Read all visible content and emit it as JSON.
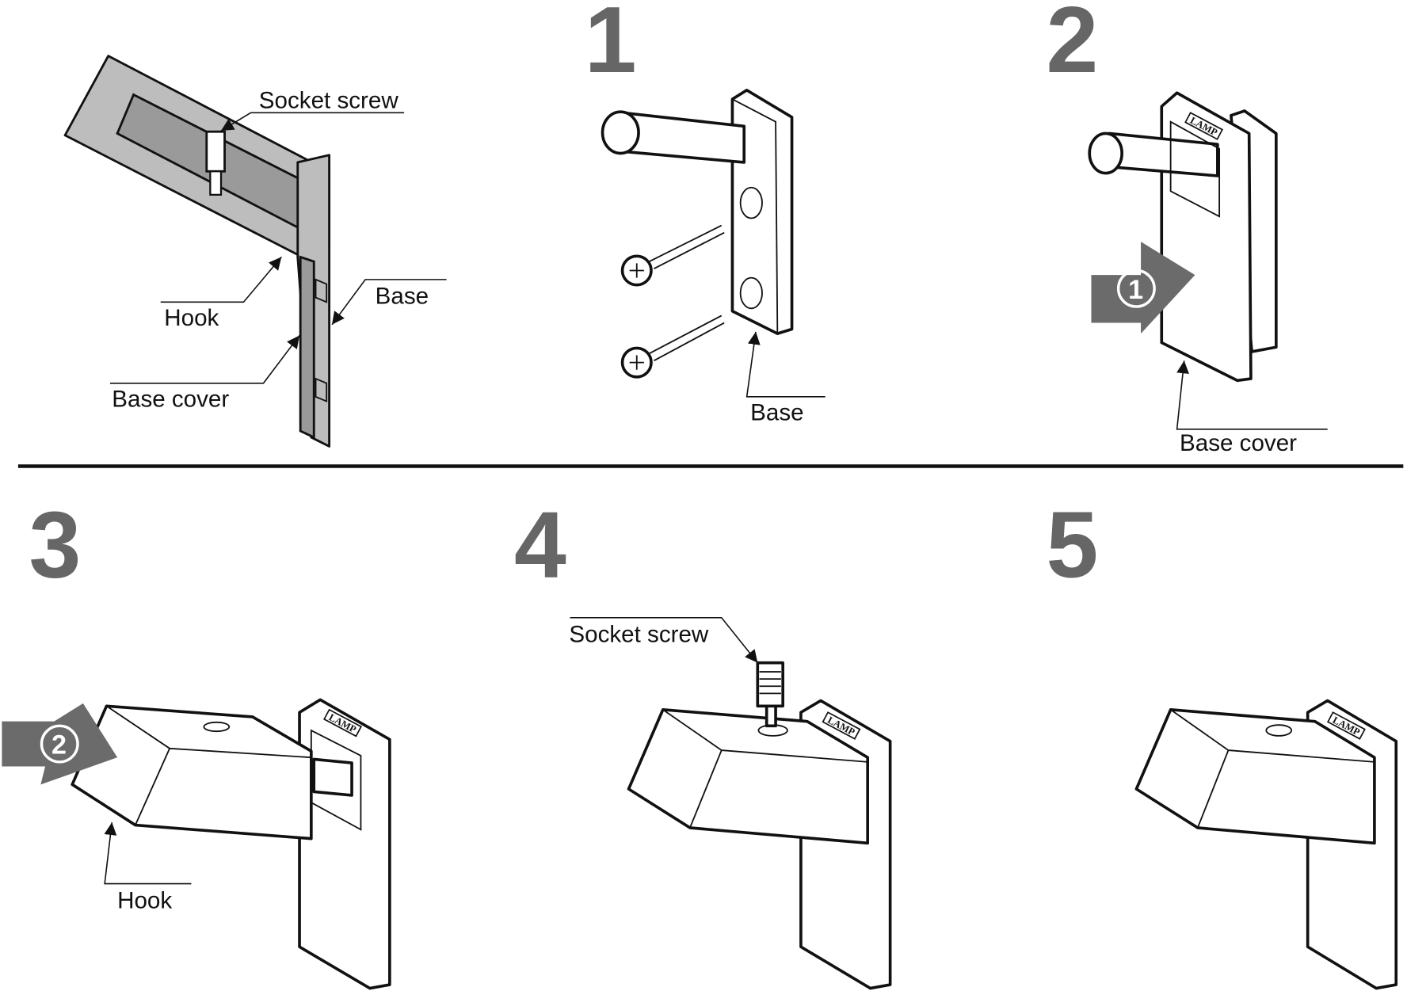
{
  "steps": [
    "1",
    "2",
    "3",
    "4",
    "5"
  ],
  "labels": {
    "socket_screw": "Socket screw",
    "hook": "Hook",
    "base": "Base",
    "base_cover": "Base cover"
  },
  "brand_logo": "LAMP",
  "arrow_markers": [
    "1",
    "2"
  ],
  "colors": {
    "step_number": "#666666",
    "section_fill": "#bdbdbd",
    "arrow": "#6b6b6b"
  }
}
